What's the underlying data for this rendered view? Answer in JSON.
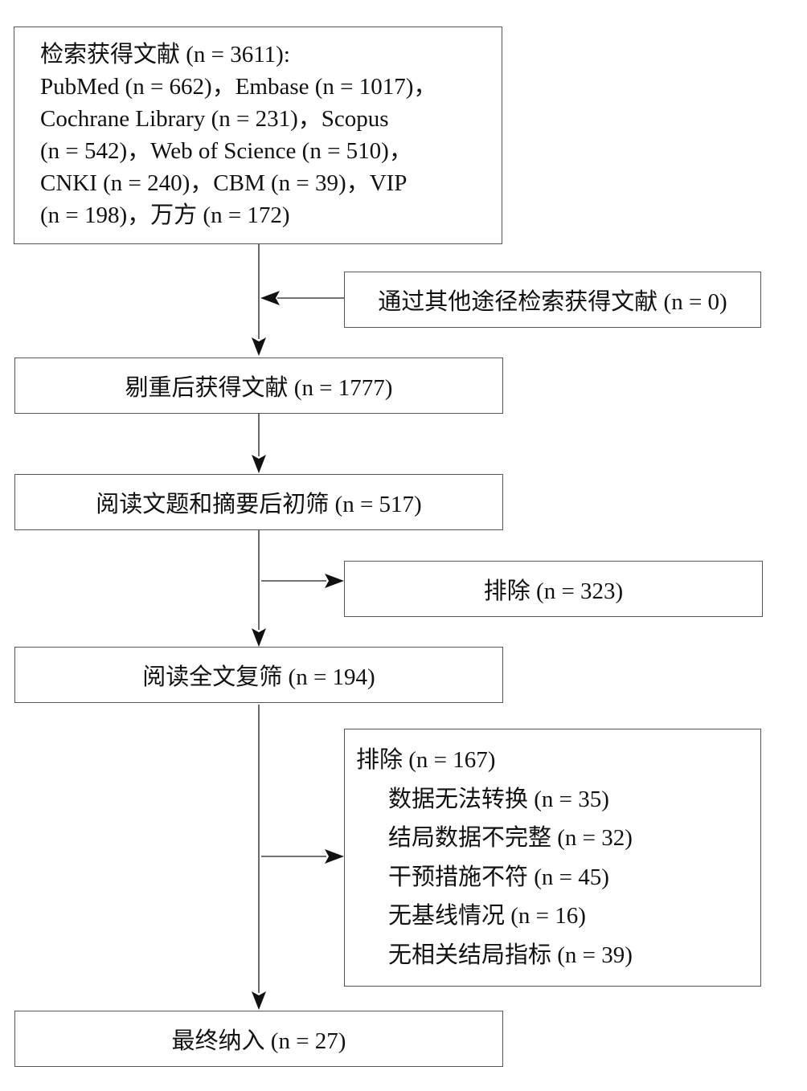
{
  "search_box": {
    "lines": [
      "检索获得文献 (n = 3611):",
      "PubMed (n = 662)，Embase (n = 1017)，",
      "Cochrane Library (n = 231)，Scopus",
      " (n = 542)，Web of Science (n = 510)，",
      "CNKI (n = 240)，CBM (n = 39)，VIP",
      "(n = 198)，万方 (n = 172)"
    ]
  },
  "other_sources_box": {
    "text": "通过其他途径检索获得文献 (n = 0)"
  },
  "dedup_box": {
    "text": "剔重后获得文献 (n = 1777)"
  },
  "title_abstract_box": {
    "text": "阅读文题和摘要后初筛 (n = 517)"
  },
  "excluded_1_box": {
    "text": "排除 (n = 323)"
  },
  "fulltext_box": {
    "text": "阅读全文复筛 (n = 194)"
  },
  "excluded_2_box": {
    "heading": "排除 (n = 167)",
    "reasons": [
      "数据无法转换 (n = 35)",
      "结局数据不完整 (n = 32)",
      "干预措施不符 (n = 45)",
      "无基线情况 (n = 16)",
      "无相关结局指标 (n = 39)"
    ]
  },
  "included_box": {
    "text": "最终纳入 (n = 27)"
  }
}
